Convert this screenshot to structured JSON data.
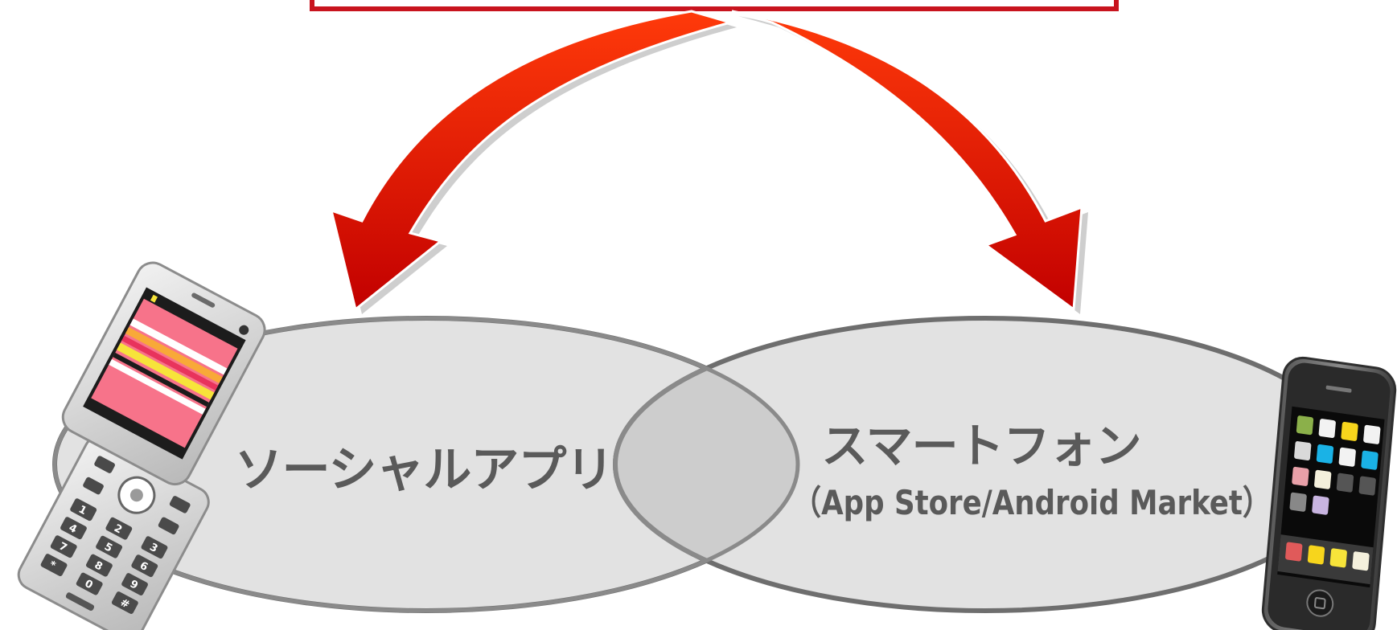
{
  "diagram": {
    "left_circle_label": "ソーシャルアプリ",
    "right_circle_label": "スマートフォン",
    "right_circle_sublabel": "（App Store/Android Market）",
    "circle_fill": "#e2e2e2",
    "circle_stroke": "#6e6e6e",
    "overlap_fill": "#cdcdcd",
    "overlap_stroke": "#8a8a8a",
    "arrow_color_light": "#ff3a0a",
    "arrow_color_dark": "#c20000",
    "top_box_border": "#c8141e"
  },
  "icons": {
    "left_device": "feature-phone-icon",
    "right_device": "smartphone-icon"
  }
}
